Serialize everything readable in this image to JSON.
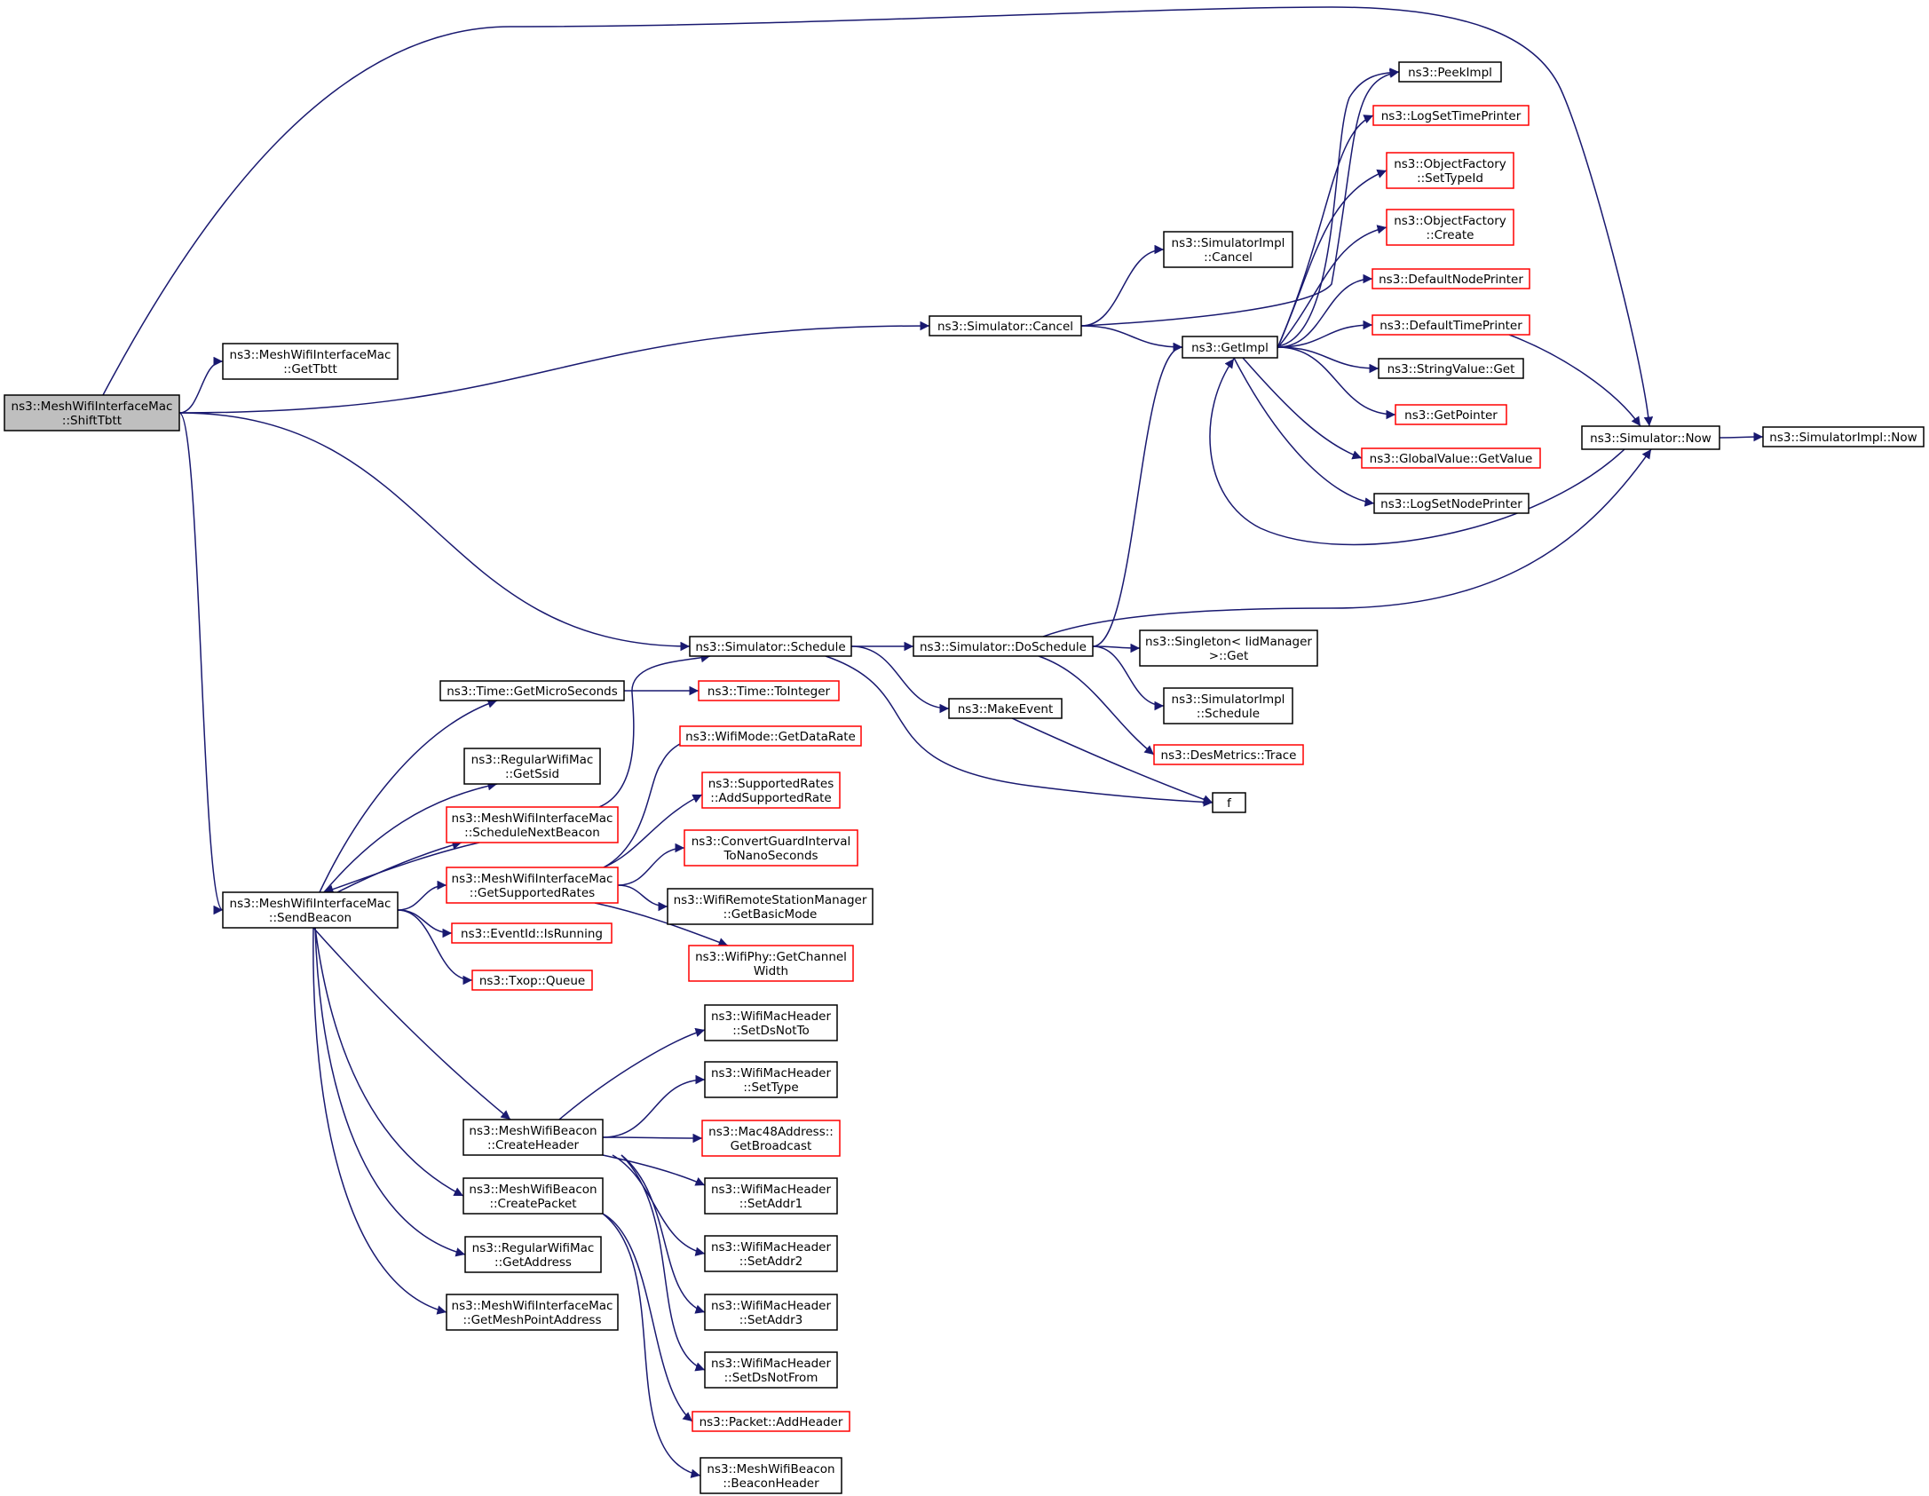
{
  "graph": {
    "root": "shifttbtt",
    "edge_color": "#191970",
    "border_colors": {
      "normal": "#000000",
      "truncated": "#ff0000",
      "root_fill": "#bfbfbf"
    },
    "nodes": [
      {
        "id": "shifttbtt",
        "lines": [
          "ns3::MeshWifiInterfaceMac",
          "::ShiftTbtt"
        ],
        "style": "root"
      },
      {
        "id": "gettbtt",
        "lines": [
          "ns3::MeshWifiInterfaceMac",
          "::GetTbtt"
        ],
        "style": "normal"
      },
      {
        "id": "sendbeacon",
        "lines": [
          "ns3::MeshWifiInterfaceMac",
          "::SendBeacon"
        ],
        "style": "normal"
      },
      {
        "id": "cancel",
        "lines": [
          "ns3::Simulator::Cancel"
        ],
        "style": "normal"
      },
      {
        "id": "schedule",
        "lines": [
          "ns3::Simulator::Schedule"
        ],
        "style": "normal"
      },
      {
        "id": "now",
        "lines": [
          "ns3::Simulator::Now"
        ],
        "style": "normal"
      },
      {
        "id": "implnow",
        "lines": [
          "ns3::SimulatorImpl::Now"
        ],
        "style": "normal"
      },
      {
        "id": "implcancel",
        "lines": [
          "ns3::SimulatorImpl",
          "::Cancel"
        ],
        "style": "normal"
      },
      {
        "id": "getimpl",
        "lines": [
          "ns3::GetImpl"
        ],
        "style": "normal"
      },
      {
        "id": "peekimpl",
        "lines": [
          "ns3::PeekImpl"
        ],
        "style": "normal"
      },
      {
        "id": "logsettimeprinter",
        "lines": [
          "ns3::LogSetTimePrinter"
        ],
        "style": "truncated"
      },
      {
        "id": "ofsettypeid",
        "lines": [
          "ns3::ObjectFactory",
          "::SetTypeId"
        ],
        "style": "truncated"
      },
      {
        "id": "ofcreate",
        "lines": [
          "ns3::ObjectFactory",
          "::Create"
        ],
        "style": "truncated"
      },
      {
        "id": "defaultnodeprinter",
        "lines": [
          "ns3::DefaultNodePrinter"
        ],
        "style": "truncated"
      },
      {
        "id": "defaulttimeprinter",
        "lines": [
          "ns3::DefaultTimePrinter"
        ],
        "style": "truncated"
      },
      {
        "id": "stringvalueget",
        "lines": [
          "ns3::StringValue::Get"
        ],
        "style": "normal"
      },
      {
        "id": "getpointer",
        "lines": [
          "ns3::GetPointer"
        ],
        "style": "truncated"
      },
      {
        "id": "globalgetvalue",
        "lines": [
          "ns3::GlobalValue::GetValue"
        ],
        "style": "truncated"
      },
      {
        "id": "logsetnodeprinter",
        "lines": [
          "ns3::LogSetNodePrinter"
        ],
        "style": "normal"
      },
      {
        "id": "doschedule",
        "lines": [
          "ns3::Simulator::DoSchedule"
        ],
        "style": "normal"
      },
      {
        "id": "singletonget",
        "lines": [
          "ns3::Singleton< IidManager",
          " >::Get"
        ],
        "style": "normal"
      },
      {
        "id": "implschedule",
        "lines": [
          "ns3::SimulatorImpl",
          "::Schedule"
        ],
        "style": "normal"
      },
      {
        "id": "desmetrics",
        "lines": [
          "ns3::DesMetrics::Trace"
        ],
        "style": "truncated"
      },
      {
        "id": "makeevent",
        "lines": [
          "ns3::MakeEvent"
        ],
        "style": "normal"
      },
      {
        "id": "f",
        "lines": [
          "f"
        ],
        "style": "normal"
      },
      {
        "id": "getmicroseconds",
        "lines": [
          "ns3::Time::GetMicroSeconds"
        ],
        "style": "normal"
      },
      {
        "id": "tointeger",
        "lines": [
          "ns3::Time::ToInteger"
        ],
        "style": "truncated"
      },
      {
        "id": "getssid",
        "lines": [
          "ns3::RegularWifiMac",
          "::GetSsid"
        ],
        "style": "normal"
      },
      {
        "id": "schedulenextbeacon",
        "lines": [
          "ns3::MeshWifiInterfaceMac",
          "::ScheduleNextBeacon"
        ],
        "style": "truncated"
      },
      {
        "id": "getsupportedrates",
        "lines": [
          "ns3::MeshWifiInterfaceMac",
          "::GetSupportedRates"
        ],
        "style": "truncated"
      },
      {
        "id": "getdatarate",
        "lines": [
          "ns3::WifiMode::GetDataRate"
        ],
        "style": "truncated"
      },
      {
        "id": "addsupportedrate",
        "lines": [
          "ns3::SupportedRates",
          "::AddSupportedRate"
        ],
        "style": "truncated"
      },
      {
        "id": "convertgi",
        "lines": [
          "ns3::ConvertGuardInterval",
          "ToNanoSeconds"
        ],
        "style": "truncated"
      },
      {
        "id": "getbasicmode",
        "lines": [
          "ns3::WifiRemoteStationManager",
          "::GetBasicMode"
        ],
        "style": "normal"
      },
      {
        "id": "getchannelwidth",
        "lines": [
          "ns3::WifiPhy::GetChannel",
          "Width"
        ],
        "style": "truncated"
      },
      {
        "id": "isrunning",
        "lines": [
          "ns3::EventId::IsRunning"
        ],
        "style": "truncated"
      },
      {
        "id": "txopqueue",
        "lines": [
          "ns3::Txop::Queue"
        ],
        "style": "truncated"
      },
      {
        "id": "createheader",
        "lines": [
          "ns3::MeshWifiBeacon",
          "::CreateHeader"
        ],
        "style": "normal"
      },
      {
        "id": "createpacket",
        "lines": [
          "ns3::MeshWifiBeacon",
          "::CreatePacket"
        ],
        "style": "normal"
      },
      {
        "id": "getaddress",
        "lines": [
          "ns3::RegularWifiMac",
          "::GetAddress"
        ],
        "style": "normal"
      },
      {
        "id": "getmeshpointaddress",
        "lines": [
          "ns3::MeshWifiInterfaceMac",
          "::GetMeshPointAddress"
        ],
        "style": "normal"
      },
      {
        "id": "setdsnotto",
        "lines": [
          "ns3::WifiMacHeader",
          "::SetDsNotTo"
        ],
        "style": "normal"
      },
      {
        "id": "settype",
        "lines": [
          "ns3::WifiMacHeader",
          "::SetType"
        ],
        "style": "normal"
      },
      {
        "id": "getbroadcast",
        "lines": [
          "ns3::Mac48Address::",
          "GetBroadcast"
        ],
        "style": "truncated"
      },
      {
        "id": "setaddr1",
        "lines": [
          "ns3::WifiMacHeader",
          "::SetAddr1"
        ],
        "style": "normal"
      },
      {
        "id": "setaddr2",
        "lines": [
          "ns3::WifiMacHeader",
          "::SetAddr2"
        ],
        "style": "normal"
      },
      {
        "id": "setaddr3",
        "lines": [
          "ns3::WifiMacHeader",
          "::SetAddr3"
        ],
        "style": "normal"
      },
      {
        "id": "setdsnotfrom",
        "lines": [
          "ns3::WifiMacHeader",
          "::SetDsNotFrom"
        ],
        "style": "normal"
      },
      {
        "id": "addheader",
        "lines": [
          "ns3::Packet::AddHeader"
        ],
        "style": "truncated"
      },
      {
        "id": "beaconheader",
        "lines": [
          "ns3::MeshWifiBeacon",
          "::BeaconHeader"
        ],
        "style": "normal"
      }
    ],
    "edges": [
      [
        "shifttbtt",
        "now"
      ],
      [
        "shifttbtt",
        "gettbtt"
      ],
      [
        "shifttbtt",
        "cancel"
      ],
      [
        "shifttbtt",
        "schedule"
      ],
      [
        "shifttbtt",
        "sendbeacon"
      ],
      [
        "cancel",
        "implcancel"
      ],
      [
        "cancel",
        "peekimpl"
      ],
      [
        "cancel",
        "getimpl"
      ],
      [
        "getimpl",
        "peekimpl"
      ],
      [
        "getimpl",
        "logsettimeprinter"
      ],
      [
        "getimpl",
        "ofsettypeid"
      ],
      [
        "getimpl",
        "ofcreate"
      ],
      [
        "getimpl",
        "defaultnodeprinter"
      ],
      [
        "getimpl",
        "defaulttimeprinter"
      ],
      [
        "getimpl",
        "stringvalueget"
      ],
      [
        "getimpl",
        "getpointer"
      ],
      [
        "getimpl",
        "globalgetvalue"
      ],
      [
        "getimpl",
        "logsetnodeprinter"
      ],
      [
        "defaulttimeprinter",
        "now"
      ],
      [
        "now",
        "implnow"
      ],
      [
        "now",
        "getimpl"
      ],
      [
        "schedule",
        "doschedule"
      ],
      [
        "schedule",
        "makeevent"
      ],
      [
        "schedule",
        "f"
      ],
      [
        "doschedule",
        "getimpl"
      ],
      [
        "doschedule",
        "now"
      ],
      [
        "doschedule",
        "singletonget"
      ],
      [
        "doschedule",
        "implschedule"
      ],
      [
        "doschedule",
        "desmetrics"
      ],
      [
        "makeevent",
        "f"
      ],
      [
        "sendbeacon",
        "getmicroseconds"
      ],
      [
        "sendbeacon",
        "getssid"
      ],
      [
        "sendbeacon",
        "schedulenextbeacon"
      ],
      [
        "schedulenextbeacon",
        "sendbeacon"
      ],
      [
        "schedulenextbeacon",
        "schedule"
      ],
      [
        "getmicroseconds",
        "tointeger"
      ],
      [
        "sendbeacon",
        "getsupportedrates"
      ],
      [
        "getsupportedrates",
        "getdatarate"
      ],
      [
        "getsupportedrates",
        "addsupportedrate"
      ],
      [
        "getsupportedrates",
        "convertgi"
      ],
      [
        "getsupportedrates",
        "getbasicmode"
      ],
      [
        "getsupportedrates",
        "getchannelwidth"
      ],
      [
        "sendbeacon",
        "isrunning"
      ],
      [
        "sendbeacon",
        "txopqueue"
      ],
      [
        "sendbeacon",
        "createheader"
      ],
      [
        "sendbeacon",
        "createpacket"
      ],
      [
        "sendbeacon",
        "getaddress"
      ],
      [
        "sendbeacon",
        "getmeshpointaddress"
      ],
      [
        "createheader",
        "setdsnotto"
      ],
      [
        "createheader",
        "settype"
      ],
      [
        "createheader",
        "getbroadcast"
      ],
      [
        "createheader",
        "setaddr1"
      ],
      [
        "createheader",
        "setaddr2"
      ],
      [
        "createheader",
        "setaddr3"
      ],
      [
        "createheader",
        "setdsnotfrom"
      ],
      [
        "createpacket",
        "addheader"
      ],
      [
        "createpacket",
        "beaconheader"
      ]
    ]
  }
}
